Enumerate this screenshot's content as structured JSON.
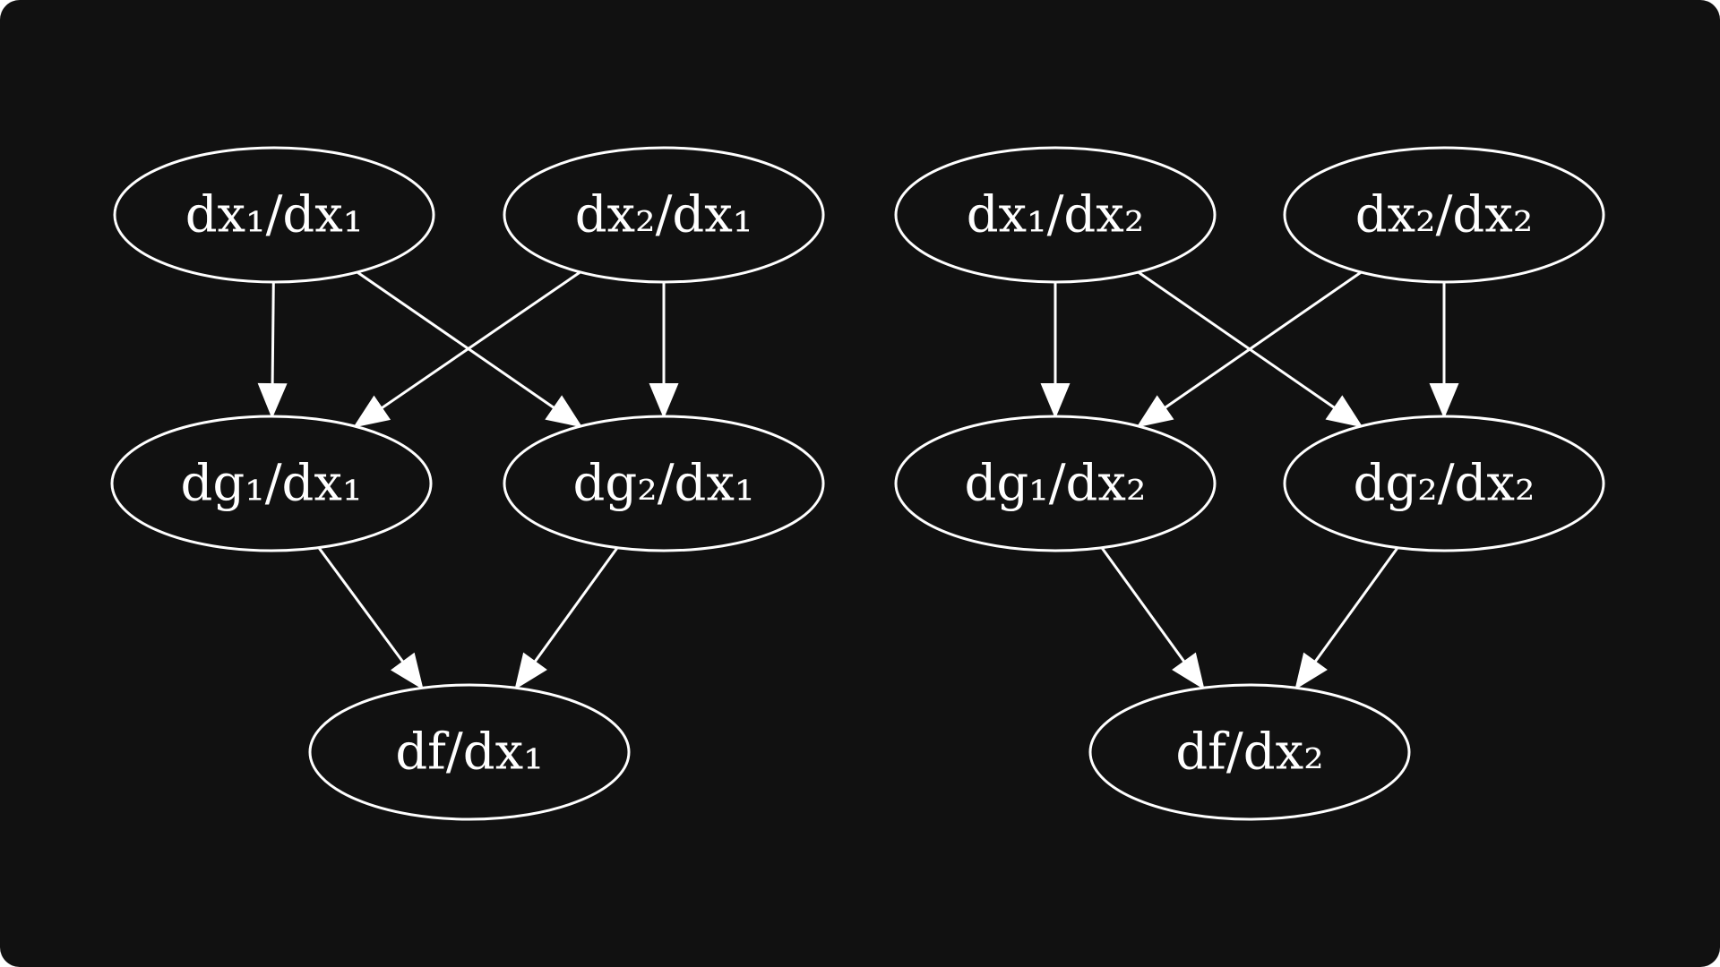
{
  "diagram": {
    "colors": {
      "background": "#111111",
      "stroke": "#ffffff",
      "text": "#ffffff"
    },
    "nodes": [
      {
        "id": "dx1dx1",
        "label": "dx₁/dx₁"
      },
      {
        "id": "dx2dx1",
        "label": "dx₂/dx₁"
      },
      {
        "id": "dg1dx1",
        "label": "dg₁/dx₁"
      },
      {
        "id": "dg2dx1",
        "label": "dg₂/dx₁"
      },
      {
        "id": "dfdx1",
        "label": "df/dx₁"
      },
      {
        "id": "dx1dx2",
        "label": "dx₁/dx₂"
      },
      {
        "id": "dx2dx2",
        "label": "dx₂/dx₂"
      },
      {
        "id": "dg1dx2",
        "label": "dg₁/dx₂"
      },
      {
        "id": "dg2dx2",
        "label": "dg₂/dx₂"
      },
      {
        "id": "dfdx2",
        "label": "df/dx₂"
      }
    ],
    "edges": [
      {
        "from": "dx1dx1",
        "to": "dg1dx1"
      },
      {
        "from": "dx1dx1",
        "to": "dg2dx1"
      },
      {
        "from": "dx2dx1",
        "to": "dg1dx1"
      },
      {
        "from": "dx2dx1",
        "to": "dg2dx1"
      },
      {
        "from": "dg1dx1",
        "to": "dfdx1"
      },
      {
        "from": "dg2dx1",
        "to": "dfdx1"
      },
      {
        "from": "dx1dx2",
        "to": "dg1dx2"
      },
      {
        "from": "dx1dx2",
        "to": "dg2dx2"
      },
      {
        "from": "dx2dx2",
        "to": "dg1dx2"
      },
      {
        "from": "dx2dx2",
        "to": "dg2dx2"
      },
      {
        "from": "dg1dx2",
        "to": "dfdx2"
      },
      {
        "from": "dg2dx2",
        "to": "dfdx2"
      }
    ]
  }
}
